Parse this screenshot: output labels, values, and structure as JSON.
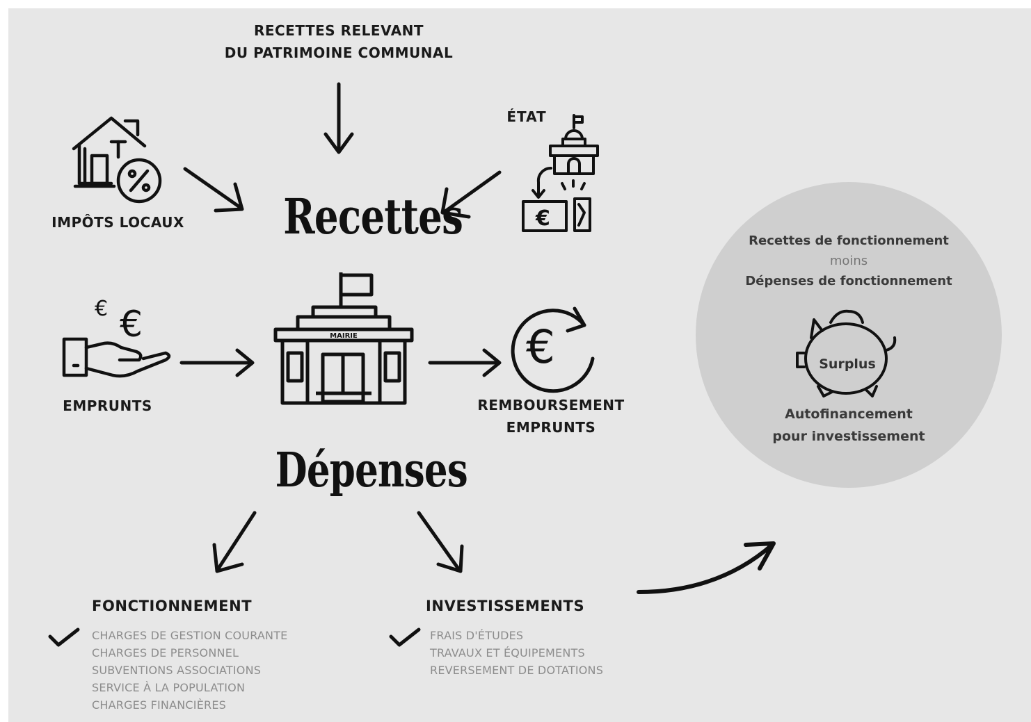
{
  "top_source": {
    "line1": "RECETTES RELEVANT",
    "line2": "DU PATRIMOINE COMMUNAL"
  },
  "sources": {
    "impots": "IMPÔTS LOCAUX",
    "etat": "ÉTAT",
    "emprunts": "EMPRUNTS",
    "remboursement": {
      "line1": "REMBOURSEMENT",
      "line2": "EMPRUNTS"
    }
  },
  "headings": {
    "recettes": "Recettes",
    "depenses": "Dépenses"
  },
  "building": {
    "sign": "MAIRIE"
  },
  "fonctionnement": {
    "title": "FONCTIONNEMENT",
    "items": [
      "CHARGES DE GESTION COURANTE",
      "CHARGES DE PERSONNEL",
      "SUBVENTIONS ASSOCIATIONS",
      "SERVICE À LA POPULATION",
      "CHARGES FINANCIÈRES"
    ]
  },
  "investissements": {
    "title": "INVESTISSEMENTS",
    "items": [
      "FRAIS D'ÉTUDES",
      "TRAVAUX ET ÉQUIPEMENTS",
      "REVERSEMENT DE DOTATIONS"
    ]
  },
  "circle": {
    "line1": "Recettes de fonctionnement",
    "line2": "moins",
    "line3": "Dépenses de fonctionnement",
    "piggy_label": "Surplus",
    "result_line1": "Autofinancement",
    "result_line2": "pour investissement"
  },
  "colors": {
    "background": "#e7e7e7",
    "circle": "#cfcfcf",
    "ink": "#111111",
    "muted": "#8c8c8c"
  },
  "icons": [
    "house-percent-icon",
    "government-building-icon",
    "money-transfer-icon",
    "hand-euro-icon",
    "town-hall-icon",
    "euro-refresh-icon",
    "piggy-bank-icon",
    "checkmark-icon"
  ]
}
